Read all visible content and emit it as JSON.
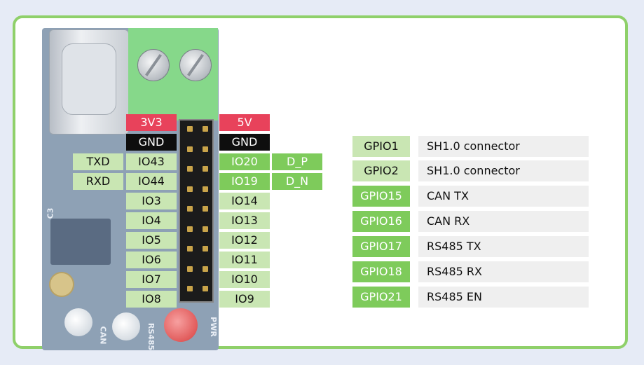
{
  "board": {
    "silkscreen": [
      "C3",
      "CAN",
      "RS485",
      "PWR"
    ]
  },
  "header_left": {
    "power_top": "3V3",
    "gnd": "GND",
    "pins": [
      "IO43",
      "IO44",
      "IO3",
      "IO4",
      "IO5",
      "IO6",
      "IO7",
      "IO8"
    ],
    "aliases": [
      "TXD",
      "RXD"
    ]
  },
  "header_right": {
    "power_top": "5V",
    "gnd": "GND",
    "pins": [
      "IO20",
      "IO19",
      "IO14",
      "IO13",
      "IO12",
      "IO11",
      "IO10",
      "IO9"
    ],
    "aliases": [
      "D_P",
      "D_N"
    ]
  },
  "gpio_table": [
    {
      "name": "GPIO1",
      "desc": "SH1.0 connector",
      "style": "light"
    },
    {
      "name": "GPIO2",
      "desc": "SH1.0 connector",
      "style": "light"
    },
    {
      "name": "GPIO15",
      "desc": "CAN TX",
      "style": "dark"
    },
    {
      "name": "GPIO16",
      "desc": "CAN RX",
      "style": "dark"
    },
    {
      "name": "GPIO17",
      "desc": "RS485 TX",
      "style": "dark"
    },
    {
      "name": "GPIO18",
      "desc": "RS485 RX",
      "style": "dark"
    },
    {
      "name": "GPIO21",
      "desc": "RS485 EN",
      "style": "dark"
    }
  ],
  "colors": {
    "border": "#8fd06a",
    "power": "#e8425b",
    "ground": "#0e0e0e",
    "pin_light": "#c9e6b3",
    "pin_dark": "#7ecb5b"
  }
}
